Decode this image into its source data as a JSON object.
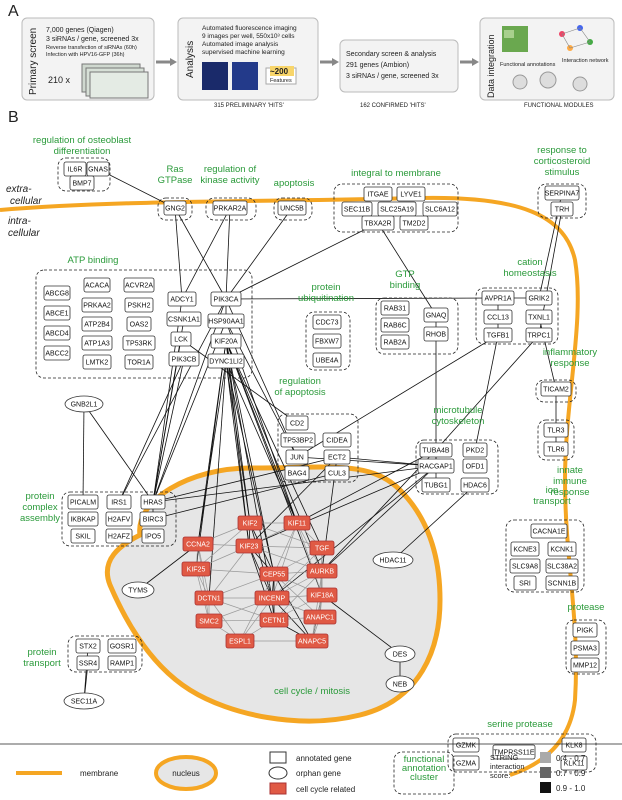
{
  "panel_a": {
    "letter": "A",
    "primary_screen": {
      "vertical_label": "Primary screen",
      "lines": [
        "7,000 genes (Qiagen)",
        "3 siRNAs / gene, screened 3x",
        "Reverse transfection of siRNAs (60h)",
        "Infection with HPV16-GFP (36h)"
      ],
      "plates": "210 x"
    },
    "analysis": {
      "vertical_label": "Analysis",
      "lines": [
        "Automated fluorescence imaging",
        "9 images per well, 550x10³ cells",
        "Automated image analysis",
        "supervised machine learning"
      ],
      "features_count": "~200",
      "features_label": "Features",
      "caption": "315 PRELIMINARY 'HITS'"
    },
    "secondary": {
      "lines": [
        "Secondary screen & analysis",
        "291 genes (Ambion)",
        "3 siRNAs / gene, screened 3x"
      ],
      "caption": "162 CONFIRMED 'HITS'"
    },
    "integration": {
      "vertical_label": "Data integration",
      "functional_annotations": "Functional annotations",
      "interaction_network": "Interaction network",
      "caption": "FUNCTIONAL MODULES"
    }
  },
  "panel_b": {
    "letter": "B",
    "extracellular": "extra-\ncellular",
    "intracellular": "intra-\ncellular",
    "cycle_label": "cell cycle / mitosis",
    "clusters": [
      {
        "id": "osteo",
        "label": "regulation of osteoblast\ndifferentiation"
      },
      {
        "id": "ras",
        "label": "Ras\nGTPase"
      },
      {
        "id": "kinase",
        "label": "regulation of\nkinase activity"
      },
      {
        "id": "apoptosis1",
        "label": "apoptosis"
      },
      {
        "id": "membrane",
        "label": "integral to membrane"
      },
      {
        "id": "cortico",
        "label": "response to\ncorticosteroid\nstimulus"
      },
      {
        "id": "atp",
        "label": "ATP binding"
      },
      {
        "id": "ubiq",
        "label": "protein\nubiquitination"
      },
      {
        "id": "gtp",
        "label": "GTP\nbinding"
      },
      {
        "id": "cation",
        "label": "cation\nhomeostasis"
      },
      {
        "id": "inflam",
        "label": "inflammatory\nresponse"
      },
      {
        "id": "regapop",
        "label": "regulation\nof apoptosis"
      },
      {
        "id": "micro",
        "label": "microtubule\ncytoskeleton"
      },
      {
        "id": "innate",
        "label": "innate\nimmune\nresponse"
      },
      {
        "id": "complex",
        "label": "protein\ncomplex\nassembly"
      },
      {
        "id": "ion",
        "label": "ion\ntransport"
      },
      {
        "id": "protease",
        "label": "protease"
      },
      {
        "id": "transport",
        "label": "protein\ntransport"
      },
      {
        "id": "serine",
        "label": "serine protease"
      }
    ],
    "genes": {
      "IL6R": "IL6R",
      "GNAS": "GNAS",
      "BMP7": "BMP7",
      "GNG2": "GNG2",
      "PRKAR2A": "PRKAR2A",
      "UNC5B": "UNC5B",
      "ITGAE": "ITGAE",
      "LYVE1": "LYVE1",
      "SEC11B": "SEC11B",
      "SLC25A19": "SLC25A19",
      "SLC6A12": "SLC6A12",
      "TBXA2R": "TBXA2R",
      "TM2D2": "TM2D2",
      "SERPINA7": "SERPINA7",
      "TRH": "TRH",
      "ABCG8": "ABCG8",
      "ACACA": "ACACA",
      "ACVR2A": "ACVR2A",
      "ABCE1": "ABCE1",
      "PRKAA2": "PRKAA2",
      "PSKH2": "PSKH2",
      "ABCD4": "ABCD4",
      "ATP2B4": "ATP2B4",
      "OAS2": "OAS2",
      "ABCC2": "ABCC2",
      "ATP1A3": "ATP1A3",
      "TP53RK": "TP53RK",
      "LMTK2": "LMTK2",
      "TOR1A": "TOR1A",
      "ADCY1": "ADCY1",
      "CSNK1A1": "CSNK1A1",
      "LCK": "LCK",
      "PIK3CB": "PIK3CB",
      "PIK3CA": "PIK3CA",
      "HSP90AA1": "HSP90AA1",
      "KIF20A": "KIF20A",
      "DYNC1LI2": "DYNC1LI2",
      "CDC73": "CDC73",
      "FBXW7": "FBXW7",
      "UBE4A": "UBE4A",
      "RAB31": "RAB31",
      "RAB6C": "RAB6C",
      "RAB2A": "RAB2A",
      "GNAQ": "GNAQ",
      "RHOB": "RHOB",
      "AVPR1A": "AVPR1A",
      "GRIK2": "GRIK2",
      "CCL13": "CCL13",
      "TXNL1": "TXNL1",
      "TGFB1": "TGFB1",
      "TRPC1": "TRPC1",
      "TICAM2": "TICAM2",
      "TLR3": "TLR3",
      "TLR6": "TLR6",
      "CD2": "CD2",
      "TP53BP2": "TP53BP2",
      "CIDEA": "CIDEA",
      "JUN": "JUN",
      "ECT2": "ECT2",
      "BAG4": "BAG4",
      "CUL3": "CUL3",
      "TUBA4B": "TUBA4B",
      "PKD2": "PKD2",
      "RACGAP1": "RACGAP1",
      "OFD1": "OFD1",
      "TUBG1": "TUBG1",
      "HDAC6": "HDAC6",
      "PICALM": "PICALM",
      "IRS1": "IRS1",
      "HRAS": "HRAS",
      "IKBKAP": "IKBKAP",
      "H2AFV": "H2AFV",
      "BIRC3": "BIRC3",
      "SKIL": "SKIL",
      "H2AFZ": "H2AFZ",
      "IPO5": "IPO5",
      "CACNA1E": "CACNA1E",
      "KCNE3": "KCNE3",
      "KCNK1": "KCNK1",
      "SLC9A8": "SLC9A8",
      "SLC38A2": "SLC38A2",
      "SRI": "SRI",
      "SCNN1B": "SCNN1B",
      "PIGK": "PIGK",
      "PSMA3": "PSMA3",
      "MMP12": "MMP12",
      "STX2": "STX2",
      "GOSR1": "GOSR1",
      "SSR4": "SSR4",
      "RAMP1": "RAMP1",
      "GZMK": "GZMK",
      "TMPRSS11E": "TMPRSS11E",
      "KLK8": "KLK8",
      "GZMA": "GZMA",
      "KLK11": "KLK11",
      "KIF2": "KIF2",
      "KIF11": "KIF11",
      "CCNA2": "CCNA2",
      "KIF23": "KIF23",
      "TGF": "TGF",
      "KIF25": "KIF25",
      "CEP55": "CEP55",
      "AURKB": "AURKB",
      "DCTN1": "DCTN1",
      "INCENP": "INCENP",
      "KIF18A": "KIF18A",
      "SMC2": "SMC2",
      "CETN1": "CETN1",
      "ANAPC1": "ANAPC1",
      "ESPL1": "ESPL1",
      "ANAPC5": "ANAPC5",
      "GNB2L1": "GNB2L1",
      "TYMS": "TYMS",
      "HDAC11": "HDAC11",
      "DES": "DES",
      "NEB": "NEB",
      "SEC11A": "SEC11A"
    }
  },
  "legend": {
    "membrane": "membrane",
    "nucleus": "nucleus",
    "annotated": "annotated gene",
    "orphan": "orphan gene",
    "cellcycle": "cell cycle related",
    "cluster": "functional\nannotation\ncluster",
    "string_title": "STRING\ninteraction\nscore:",
    "scores": [
      {
        "label": "0.4 - 0.7",
        "color": "#aaaaaa"
      },
      {
        "label": "0.7 - 0.9",
        "color": "#666666"
      },
      {
        "label": "0.9 - 1.0",
        "color": "#111111"
      }
    ]
  },
  "colors": {
    "membrane": "#f5a623",
    "cluster_label": "#2a9a3a",
    "cellcycle": "#e05a45",
    "nucleus": "#e6e6e6"
  }
}
